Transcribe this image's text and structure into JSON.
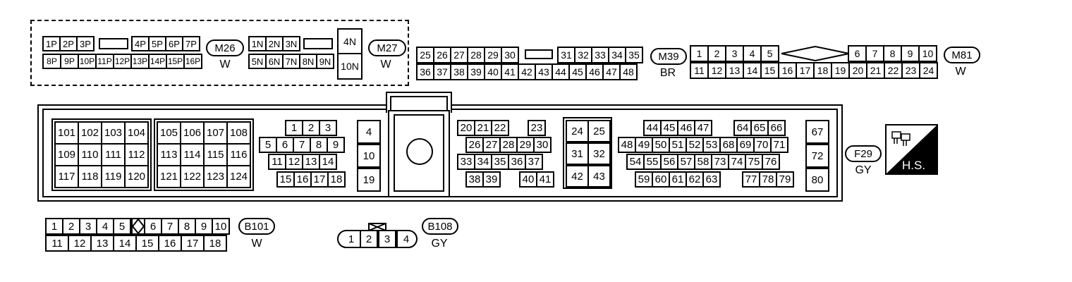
{
  "connectors": {
    "m26": {
      "id": "M26",
      "color": "W",
      "row1": [
        "1P",
        "2P",
        "3P",
        "4P",
        "5P",
        "6P",
        "7P"
      ],
      "row2": [
        "8P",
        "9P",
        "10P",
        "11P",
        "12P",
        "13P",
        "14P",
        "15P",
        "16P"
      ]
    },
    "m27": {
      "id": "M27",
      "color": "W",
      "row1": [
        "1N",
        "2N",
        "3N"
      ],
      "row2": [
        "5N",
        "6N",
        "7N",
        "8N",
        "9N"
      ],
      "side": [
        "4N",
        "10N"
      ]
    },
    "m39": {
      "id": "M39",
      "color": "BR",
      "row1": [
        "25",
        "26",
        "27",
        "28",
        "29",
        "30",
        "31",
        "32",
        "33",
        "34",
        "35"
      ],
      "row2": [
        "36",
        "37",
        "38",
        "39",
        "40",
        "41",
        "42",
        "43",
        "44",
        "45",
        "46",
        "47",
        "48"
      ]
    },
    "m81": {
      "id": "M81",
      "color": "W",
      "row1": [
        "1",
        "2",
        "3",
        "4",
        "5",
        "6",
        "7",
        "8",
        "9",
        "10"
      ],
      "row2": [
        "11",
        "12",
        "13",
        "14",
        "15",
        "16",
        "17",
        "18",
        "19",
        "20",
        "21",
        "22",
        "23",
        "24"
      ]
    },
    "f29": {
      "id": "F29",
      "color": "GY",
      "block_a": [
        [
          "101",
          "102",
          "103",
          "104"
        ],
        [
          "109",
          "110",
          "111",
          "112"
        ],
        [
          "117",
          "118",
          "119",
          "120"
        ]
      ],
      "block_b": [
        [
          "105",
          "106",
          "107",
          "108"
        ],
        [
          "113",
          "114",
          "115",
          "116"
        ],
        [
          "121",
          "122",
          "123",
          "124"
        ]
      ],
      "block_c": {
        "r1": [
          "1",
          "2",
          "3"
        ],
        "r2": [
          "5",
          "6",
          "7",
          "8",
          "9"
        ],
        "r3": [
          "11",
          "12",
          "13",
          "14"
        ],
        "r4": [
          "15",
          "16",
          "17",
          "18"
        ]
      },
      "block_d": [
        "4",
        "10",
        "19"
      ],
      "block_e": {
        "r1": [
          "20",
          "21",
          "22",
          "23"
        ],
        "r2": [
          "26",
          "27",
          "28",
          "29",
          "30"
        ],
        "r3": [
          "33",
          "34",
          "35",
          "36",
          "37"
        ],
        "r4a": [
          "38",
          "39"
        ],
        "r4b": [
          "40",
          "41"
        ]
      },
      "block_f": [
        [
          "24",
          "25"
        ],
        [
          "31",
          "32"
        ],
        [
          "42",
          "43"
        ]
      ],
      "block_g": {
        "r1": [
          "44",
          "45",
          "46",
          "47",
          "64",
          "65",
          "66"
        ],
        "r2": [
          "48",
          "49",
          "50",
          "51",
          "52",
          "53",
          "68",
          "69",
          "70",
          "71"
        ],
        "r3": [
          "54",
          "55",
          "56",
          "57",
          "58",
          "73",
          "74",
          "75",
          "76"
        ],
        "r4": [
          "59",
          "60",
          "61",
          "62",
          "63",
          "77",
          "78",
          "79"
        ]
      },
      "block_h": [
        "67",
        "72",
        "80"
      ]
    },
    "b101": {
      "id": "B101",
      "color": "W",
      "row1": [
        "1",
        "2",
        "3",
        "4",
        "5",
        "6",
        "7",
        "8",
        "9",
        "10"
      ],
      "row2": [
        "11",
        "12",
        "13",
        "14",
        "15",
        "16",
        "17",
        "18"
      ]
    },
    "b108": {
      "id": "B108",
      "color": "GY",
      "pins": [
        "1",
        "2",
        "3",
        "4"
      ]
    }
  },
  "hs_badge": {
    "text": "H.S."
  }
}
